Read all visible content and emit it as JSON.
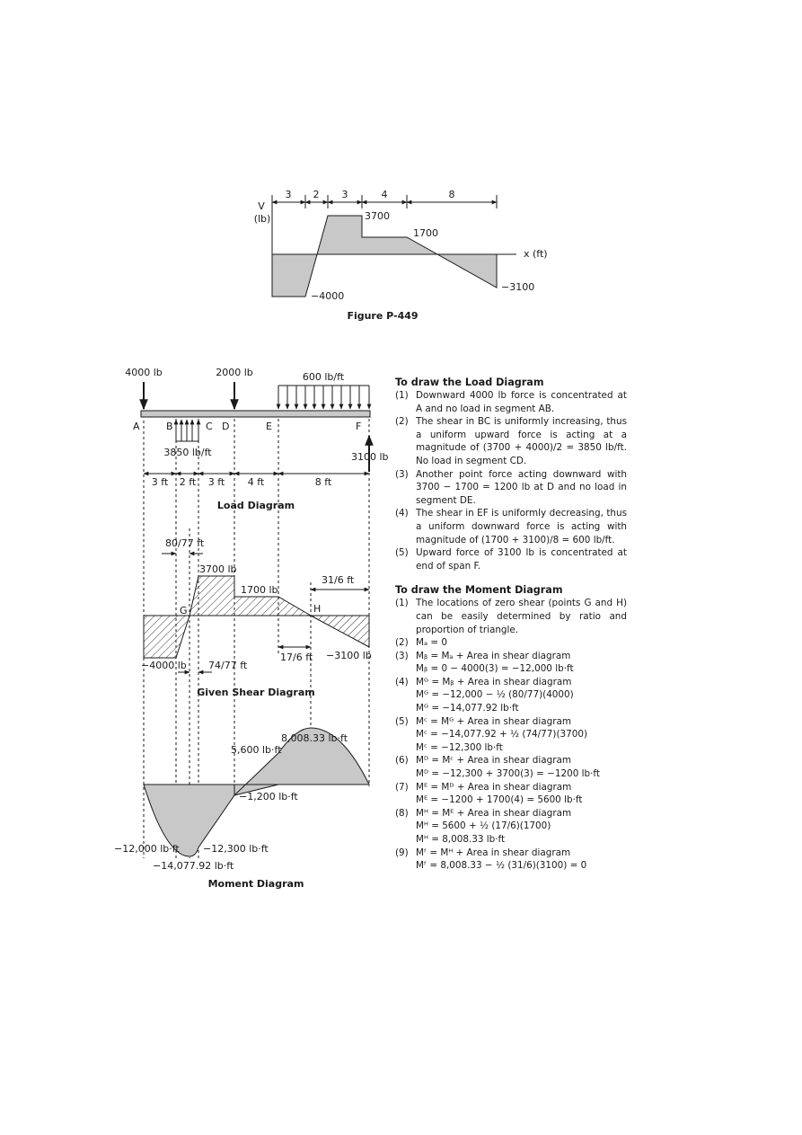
{
  "figure_p449": {
    "caption": "Figure P-449",
    "v_axis_label": "V",
    "v_axis_unit": "(lb)",
    "x_axis_label": "x (ft)",
    "segment_lengths": [
      "3",
      "2",
      "3",
      "4",
      "8"
    ],
    "value_labels": [
      "3700",
      "1700",
      "−4000",
      "−3100"
    ]
  },
  "load_diagram": {
    "title": "Load Diagram",
    "loads": {
      "point_a": "4000 lb",
      "point_d": "2000 lb",
      "distributed_ef": "600 lb/ft",
      "distributed_bc": "3850 lb/ft",
      "reaction_f": "3100 lb"
    },
    "points": [
      "A",
      "B",
      "C",
      "D",
      "E",
      "F"
    ],
    "spans": [
      "3 ft",
      "2 ft",
      "3 ft",
      "4 ft",
      "8 ft"
    ]
  },
  "shear_diagram": {
    "title": "Given Shear Diagram",
    "labels": {
      "g_offset": "80/77 ft",
      "max": "3700 lb",
      "de": "1700 lb",
      "h_offset": "31/6 ft",
      "point_g": "G",
      "point_h": "H",
      "min": "−4000 lb",
      "gc": "74/77 ft",
      "eh": "17/6 ft",
      "end": "−3100 lb"
    }
  },
  "moment_diagram": {
    "title": "Moment Diagram",
    "labels": {
      "mh": "8,008.33 lb·ft",
      "me": "5,600 lb·ft",
      "md": "−1,200 lb·ft",
      "mb": "−12,000 lb·ft",
      "mc": "−12,300 lb·ft",
      "mg": "−14,077.92 lb·ft"
    }
  },
  "notes": {
    "load_heading": "To draw the Load Diagram",
    "load_steps": [
      {
        "num": "(1)",
        "text": "Downward 4000 lb force is concentrated at A and no load in segment AB."
      },
      {
        "num": "(2)",
        "text": "The shear in BC is uniformly increasing, thus a uniform upward force is acting at a magnitude of (3700 + 4000)/2 = 3850 lb/ft.  No load in segment CD."
      },
      {
        "num": "(3)",
        "text": "Another point force acting downward with 3700 − 1700 = 1200 lb at D and no load in segment DE."
      },
      {
        "num": "(4)",
        "text": "The shear in EF is uniformly decreasing, thus a uniform downward force is acting with magnitude of (1700 + 3100)/8 = 600 lb/ft."
      },
      {
        "num": "(5)",
        "text": "Upward force of 3100 lb is concentrated at end of span F."
      }
    ],
    "moment_heading": "To draw the Moment Diagram",
    "moment_steps": [
      {
        "num": "(1)",
        "text": "The locations of zero shear (points G and H) can be easily determined by ratio and proportion of triangle.",
        "eqs": []
      },
      {
        "num": "(2)",
        "text": "Mₐ = 0",
        "eqs": []
      },
      {
        "num": "(3)",
        "text": "Mᵦ = Mₐ + Area in shear diagram",
        "eqs": [
          "Mᵦ = 0 − 4000(3) = −12,000 lb·ft"
        ]
      },
      {
        "num": "(4)",
        "text": "Mᴳ = Mᵦ + Area in shear diagram",
        "eqs": [
          "Mᴳ = −12,000 − ½ (80/77)(4000)",
          "Mᴳ = −14,077.92 lb·ft"
        ]
      },
      {
        "num": "(5)",
        "text": "Mᶜ = Mᴳ + Area in shear diagram",
        "eqs": [
          "Mᶜ = −14,077.92 + ½ (74/77)(3700)",
          "Mᶜ = −12,300 lb·ft"
        ]
      },
      {
        "num": "(6)",
        "text": "Mᴰ = Mᶜ + Area in shear diagram",
        "eqs": [
          "Mᴰ = −12,300 + 3700(3) = −1200 lb·ft"
        ]
      },
      {
        "num": "(7)",
        "text": "Mᴱ = Mᴰ + Area in shear diagram",
        "eqs": [
          "Mᴱ = −1200 + 1700(4) = 5600 lb·ft"
        ]
      },
      {
        "num": "(8)",
        "text": "Mᴴ = Mᴱ + Area in shear diagram",
        "eqs": [
          "Mᴴ = 5600 + ½ (17/6)(1700)",
          "Mᴴ = 8,008.33 lb·ft"
        ]
      },
      {
        "num": "(9)",
        "text": "Mᶠ = Mᴴ + Area in shear diagram",
        "eqs": [
          "Mᶠ = 8,008.33 − ½ (31/6)(3100) = 0"
        ]
      }
    ]
  }
}
